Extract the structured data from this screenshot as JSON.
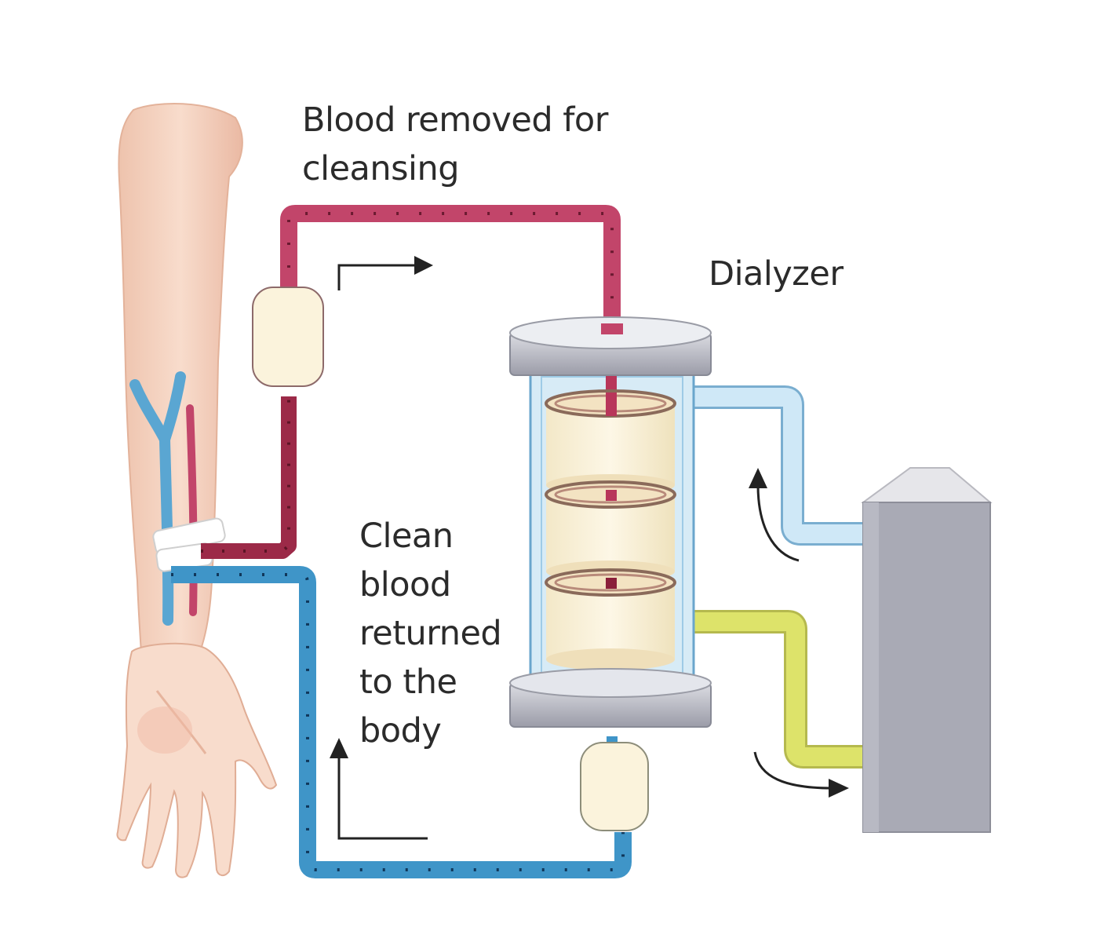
{
  "labels": {
    "blood_removed": [
      "Blood removed for",
      "cleansing"
    ],
    "dialyzer": "Dialyzer",
    "clean_blood": [
      "Clean",
      "blood",
      "returned",
      "to the",
      "body"
    ]
  },
  "colors": {
    "arterial_tube": "#c2456a",
    "arterial_tube_dark": "#9c2a48",
    "venous_tube": "#3f95c8",
    "dialysate_in": "#bfe0f4",
    "dialysate_out": "#dde36a",
    "skin": "#f5d7c5",
    "machine": "#a9aab5",
    "chamber": "#fbf3dc"
  },
  "icons": [
    "arm-illustration",
    "dialyzer-illustration",
    "dialysis-machine",
    "flow-arrow"
  ]
}
